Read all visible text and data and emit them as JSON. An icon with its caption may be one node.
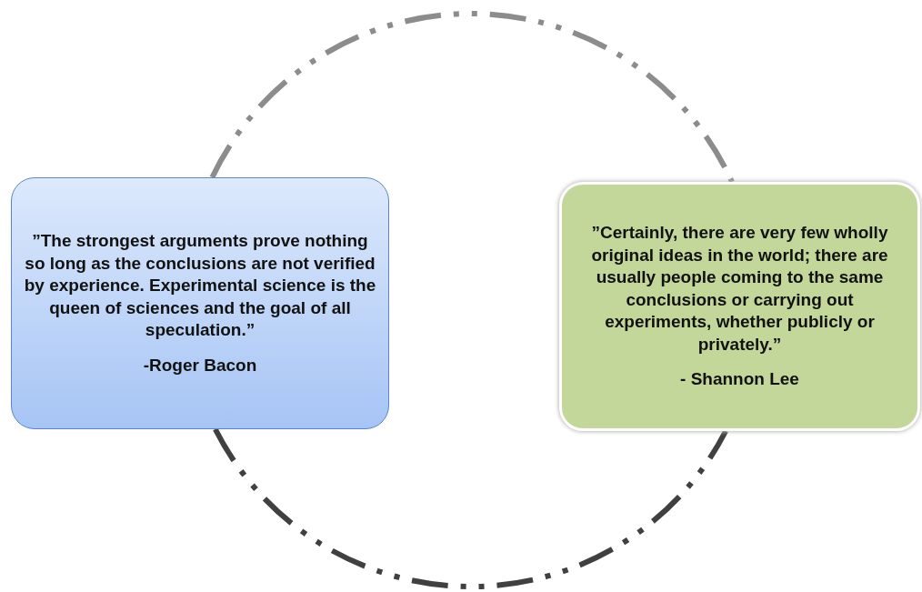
{
  "diagram": {
    "nodes": [
      {
        "text": [
          "”The strongest arguments prove nothing so long as the conclusions are not verified by experience. Experimental science is the queen of sciences and the goal of all speculation.”",
          "-Roger Bacon"
        ]
      },
      {
        "text": [
          "”Certainly, there are very few wholly original ideas in the world; there are usually people coming to the same conclusions or carrying out experiments, whether publicly or privately.”",
          "- Shannon Lee"
        ]
      }
    ],
    "edges": [
      {
        "from": 0,
        "to": 1,
        "arrow": "none",
        "style": "dashed",
        "color": "#8c8c8c"
      },
      {
        "from": 0,
        "to": 1,
        "arrow": "none",
        "style": "dashed",
        "color": "#404040"
      }
    ]
  }
}
